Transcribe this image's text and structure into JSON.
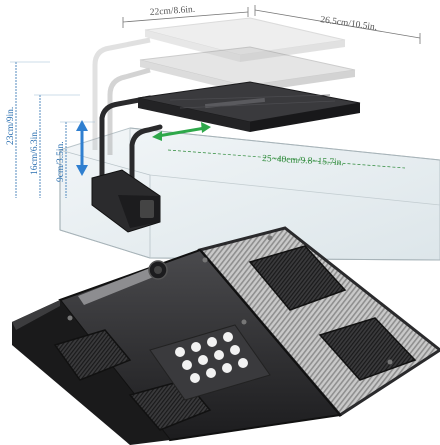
{
  "dimensions": {
    "width_label": "22cm/8.6in.",
    "depth_label": "26.5cm/10.5in.",
    "height_high_label": "23cm/9in.",
    "height_mid_label": "16cm/6.3in.",
    "height_low_label": "9cm/3.5in.",
    "tank_range_label": "25~40cm/9.8~15.7in."
  },
  "colors": {
    "blue_accent": "#2f7fd0",
    "green_accent": "#2ea84a",
    "fixture_dark": "#2b2b2d",
    "fixture_fin": "#b8b8b8"
  }
}
